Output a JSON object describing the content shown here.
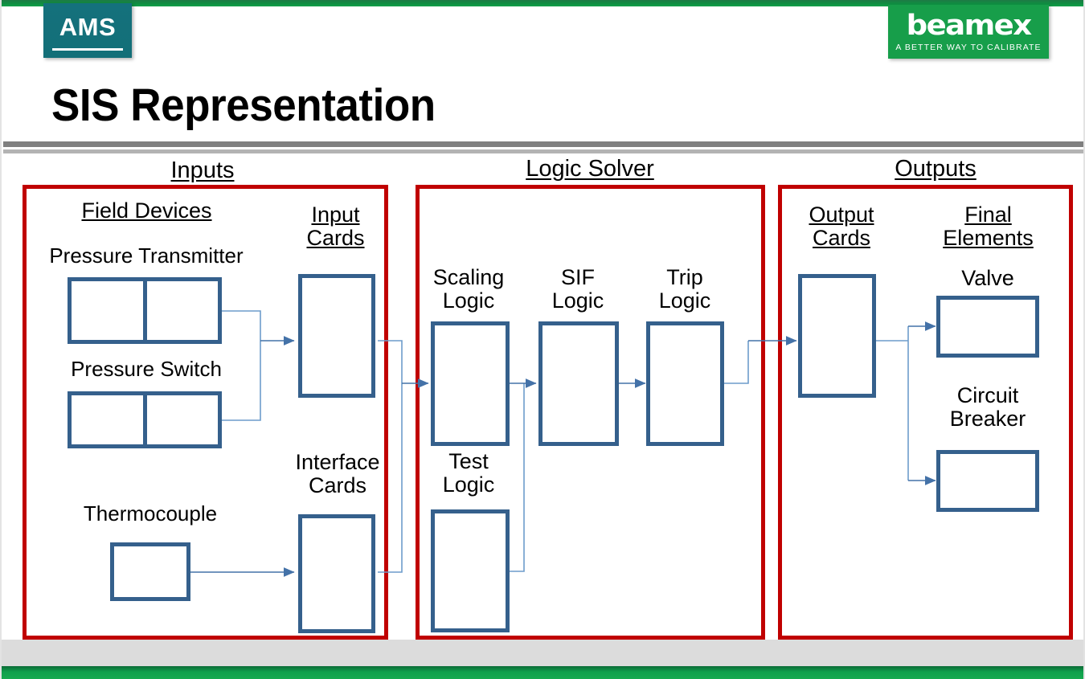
{
  "branding": {
    "ams_logo_text": "AMS",
    "beamex_logo_word": "beamex",
    "beamex_tagline": "A BETTER WAY TO CALIBRATE",
    "green_bar_color": "#12a04a",
    "ams_teal": "#14717c",
    "beamex_green": "#179e4a"
  },
  "slide": {
    "title": "SIS Representation"
  },
  "colors": {
    "section_frame": "#C00000",
    "block_border": "#35608C",
    "connector": "#4472A8",
    "rule_dark": "#7F7F7F",
    "rule_light": "#B3B3B3"
  },
  "diagram": {
    "type": "block-flow",
    "sections": [
      {
        "id": "inputs",
        "title": "Inputs",
        "groups": [
          {
            "id": "field-devices",
            "label": "Field Devices",
            "underlined": true,
            "blocks": [
              {
                "id": "pressure-transmitter",
                "label": "Pressure Transmitter",
                "shape": "split-rect"
              },
              {
                "id": "pressure-switch",
                "label": "Pressure Switch",
                "shape": "split-rect"
              },
              {
                "id": "thermocouple",
                "label": "Thermocouple",
                "shape": "rect"
              }
            ]
          },
          {
            "id": "input-cards",
            "label": "Input\nCards",
            "underlined": true,
            "blocks": [
              {
                "id": "input-card",
                "label": "",
                "shape": "rect"
              }
            ]
          },
          {
            "id": "interface-cards",
            "label": "Interface\nCards",
            "underlined": false,
            "blocks": [
              {
                "id": "interface-card",
                "label": "",
                "shape": "rect"
              }
            ]
          }
        ]
      },
      {
        "id": "logic-solver",
        "title": "Logic Solver",
        "groups": [
          {
            "id": "logic-blocks",
            "label": "",
            "underlined": false,
            "blocks": [
              {
                "id": "scaling-logic",
                "label": "Scaling\nLogic",
                "shape": "rect"
              },
              {
                "id": "sif-logic",
                "label": "SIF\nLogic",
                "shape": "rect"
              },
              {
                "id": "trip-logic",
                "label": "Trip\nLogic",
                "shape": "rect"
              },
              {
                "id": "test-logic",
                "label": "Test\nLogic",
                "shape": "rect"
              }
            ]
          }
        ]
      },
      {
        "id": "outputs",
        "title": "Outputs",
        "groups": [
          {
            "id": "output-cards",
            "label": "Output\nCards",
            "underlined": true,
            "blocks": [
              {
                "id": "output-card",
                "label": "",
                "shape": "rect"
              }
            ]
          },
          {
            "id": "final-elements",
            "label": "Final\nElements",
            "underlined": true,
            "blocks": [
              {
                "id": "valve",
                "label": "Valve",
                "shape": "rect"
              },
              {
                "id": "circuit-breaker",
                "label": "Circuit\nBreaker",
                "shape": "rect"
              }
            ]
          }
        ]
      }
    ],
    "flows": [
      {
        "from": "pressure-transmitter",
        "to": "input-card"
      },
      {
        "from": "pressure-switch",
        "to": "input-card"
      },
      {
        "from": "thermocouple",
        "to": "interface-card"
      },
      {
        "from": "input-card",
        "to": "scaling-logic"
      },
      {
        "from": "interface-card",
        "to": "scaling-logic"
      },
      {
        "from": "scaling-logic",
        "to": "sif-logic"
      },
      {
        "from": "test-logic",
        "to": "sif-logic"
      },
      {
        "from": "sif-logic",
        "to": "trip-logic"
      },
      {
        "from": "trip-logic",
        "to": "output-card"
      },
      {
        "from": "output-card",
        "to": "valve"
      },
      {
        "from": "output-card",
        "to": "circuit-breaker"
      }
    ]
  }
}
